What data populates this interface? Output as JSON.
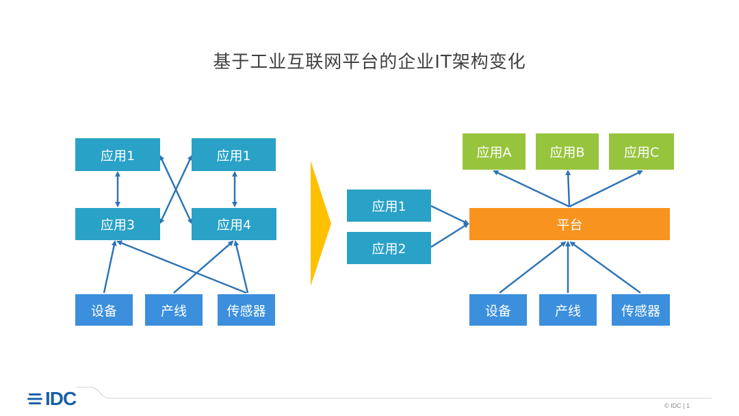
{
  "title": "基于工业互联网平台的企业IT架构变化",
  "left_diagram": {
    "app_top_left": "应用1",
    "app_top_right": "应用1",
    "app_mid_left": "应用3",
    "app_mid_right": "应用4",
    "device": "设备",
    "line": "产线",
    "sensor": "传感器"
  },
  "right_diagram": {
    "app1": "应用1",
    "app2": "应用2",
    "platform": "平台",
    "appA": "应用A",
    "appB": "应用B",
    "appC": "应用C",
    "device": "设备",
    "line": "产线",
    "sensor": "传感器"
  },
  "footer": {
    "logo": "IDC",
    "note": "© IDC | 1"
  },
  "colors": {
    "teal": "#2aa1c7",
    "blue": "#3b8fdc",
    "green": "#97c43d",
    "orange": "#f7931e",
    "divider": "#ffc000",
    "arrow": "#2e74b5"
  }
}
